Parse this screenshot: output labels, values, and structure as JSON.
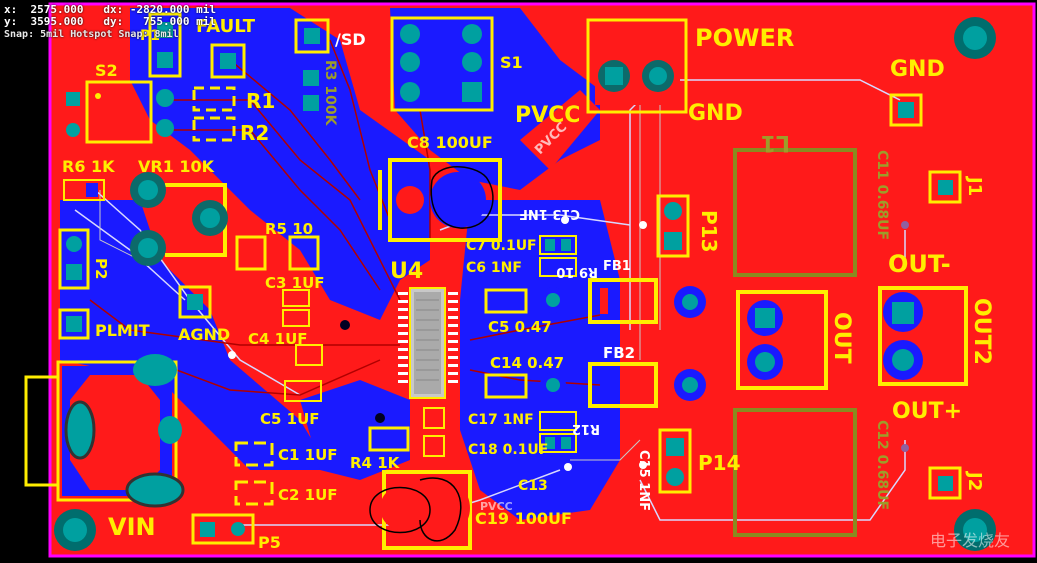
{
  "hud": {
    "line1_x": "x:  2575.000",
    "line1_dx": "dx: -2820.000 mil",
    "line2_y": "y:  3595.000",
    "line2_dy": "dy:   755.000 mil",
    "snap": "Snap: 5mil Hotspot Snap: 8mil"
  },
  "colors": {
    "board_bg": "#000000",
    "outline": "#ff00ff",
    "top_copper": "#ff1a1a",
    "bottom_copper": "#1a1aff",
    "silkscreen": "#ffee00",
    "pad_teal": "#00a0a0",
    "overlay_olive": "#8a8a20"
  },
  "labels": {
    "fault": "FAULT",
    "sd": "/SD",
    "p1": "P1",
    "s1": "S1",
    "s2": "S2",
    "power": "POWER",
    "gnd_top": "GND",
    "gnd_right": "GND",
    "pvcc_top": "PVCC",
    "pvcc_diag": "PVCC",
    "r1": "R1",
    "r2": "R2",
    "r3": "R3 100K",
    "c8": "C8 100UF",
    "r6": "R6 1K",
    "vr1": "VR1 10K",
    "r5": "R5 10",
    "c7": "C7 0.1UF",
    "c6": "C6 1NF",
    "c13": "C13 1NF",
    "p13": "P13",
    "u4": "U4",
    "c3": "C3 1UF",
    "r9": "R9 10",
    "fb1": "FB1",
    "c5_047": "C5 0.47",
    "p2": "P2",
    "plmit": "PLMIT",
    "agnd": "AGND",
    "c4": "C4 1UF",
    "c14": "C14 0.47",
    "fb2": "FB2",
    "c5_1uf": "C5 1UF",
    "c17": "C17 1NF",
    "r12": "R12",
    "p14": "P14",
    "c1": "C1 1UF",
    "r4": "R4 1K",
    "c18": "C18 0.1UF",
    "c15": "C15 1NF",
    "c2": "C2 1UF",
    "c3_bottom": "C13",
    "c19": "C19 100UF",
    "pvcc_bottom": "PVCC",
    "vin": "VIN",
    "p5": "P5",
    "out_minus": "OUT-",
    "out2": "OUT2",
    "out": "OUT",
    "out_plus": "OUT+",
    "j1": "J1",
    "j2": "J2",
    "l1": "L1",
    "c11": "C11 0.68UF",
    "c12": "C12 0.68UF",
    "watermark": "电子发烧友"
  }
}
